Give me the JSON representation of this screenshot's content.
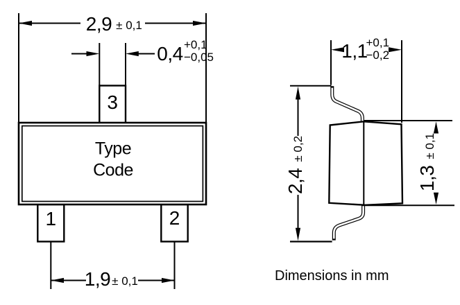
{
  "front_view": {
    "body_text_line1": "Type",
    "body_text_line2": "Code",
    "pin1_label": "1",
    "pin2_label": "2",
    "pin3_label": "3",
    "dim_body_width": {
      "value": "2,9",
      "tol": "± 0,1"
    },
    "dim_pin3_width": {
      "value": "0,4",
      "tol_plus": "+0,1",
      "tol_minus": "−0,05"
    },
    "dim_pin_pitch": {
      "value": "1,9",
      "tol": "± 0,1"
    }
  },
  "side_view": {
    "dim_height": {
      "value": "1,1",
      "tol_plus": "+0,1",
      "tol_minus": "−0,2"
    },
    "dim_lead_span": {
      "value": "2,4",
      "tol": "± 0,2"
    },
    "dim_body_depth": {
      "value": "1,3",
      "tol": "± 0,1"
    }
  },
  "note": "Dimensions in mm",
  "colors": {
    "line": "#000000",
    "background": "#ffffff",
    "text": "#000000"
  }
}
